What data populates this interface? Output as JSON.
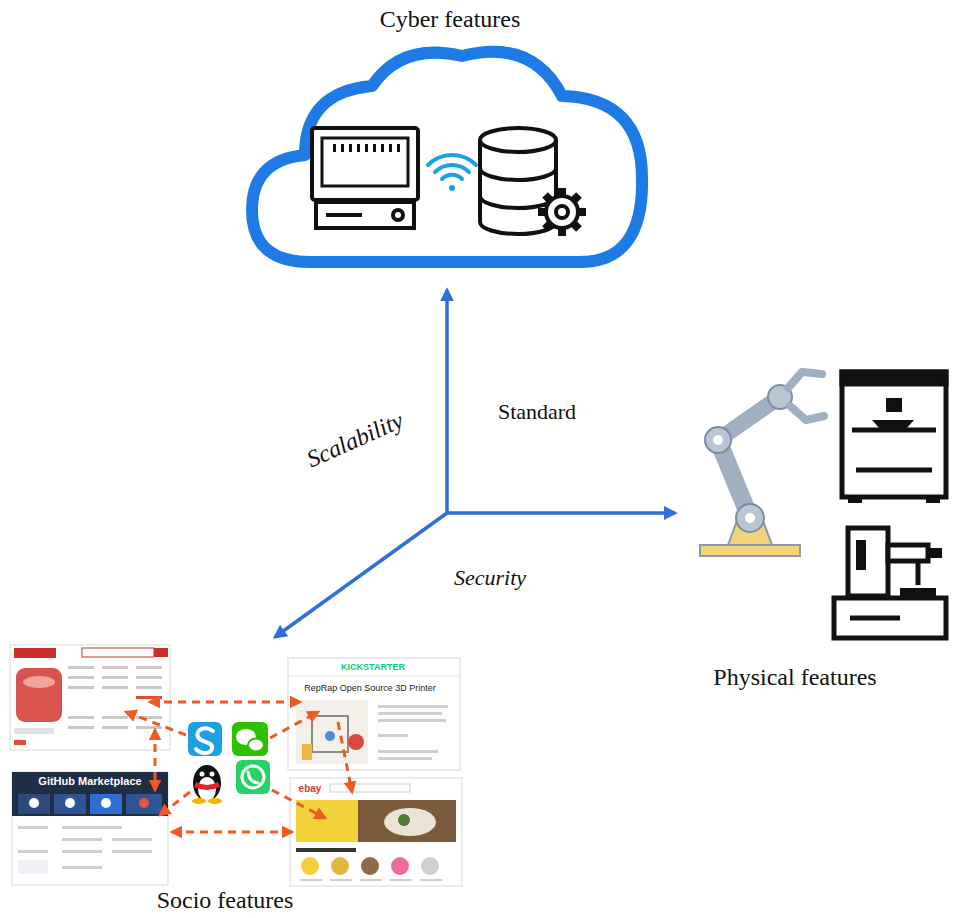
{
  "diagram": {
    "nodes": [
      {
        "text": [
          "Cyber features"
        ]
      },
      {
        "text": [
          "Physical features"
        ]
      },
      {
        "text": [
          "Socio features"
        ]
      }
    ],
    "labels": [
      "Scalability",
      "Standard",
      "Security",
      "KICKSTARTER",
      "RepRap Open Source 3D Printer",
      "GitHub Marketplace",
      "ebay"
    ]
  }
}
